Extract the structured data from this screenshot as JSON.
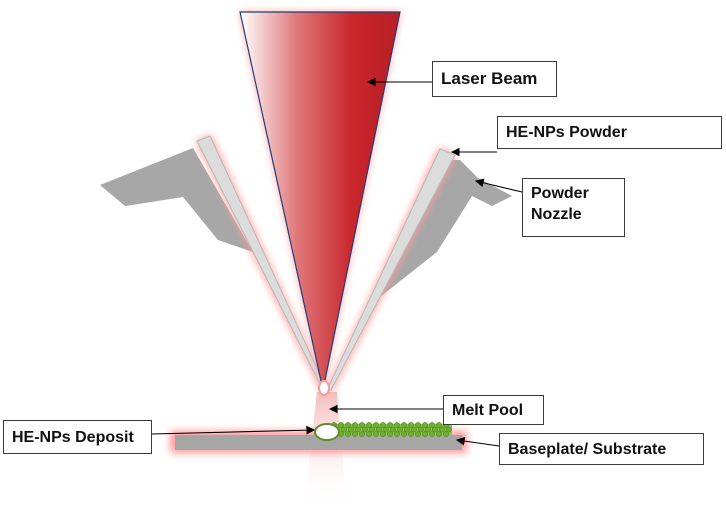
{
  "labels": {
    "laser_beam": "Laser Beam",
    "powder": "HE-NPs Powder",
    "nozzle_line1": "Powder",
    "nozzle_line2": "Nozzle",
    "melt_pool": "Melt Pool",
    "deposit": "HE-NPs Deposit",
    "baseplate": "Baseplate/ Substrate"
  },
  "colors": {
    "laser": "#c8262b",
    "glow": "#ff9a9a",
    "nozzle_shadow": "#a7a7a7",
    "nozzle_tube": "#dcdcdc",
    "deposit_bead": "#6fae2f",
    "baseplate": "#a6a6a6"
  }
}
